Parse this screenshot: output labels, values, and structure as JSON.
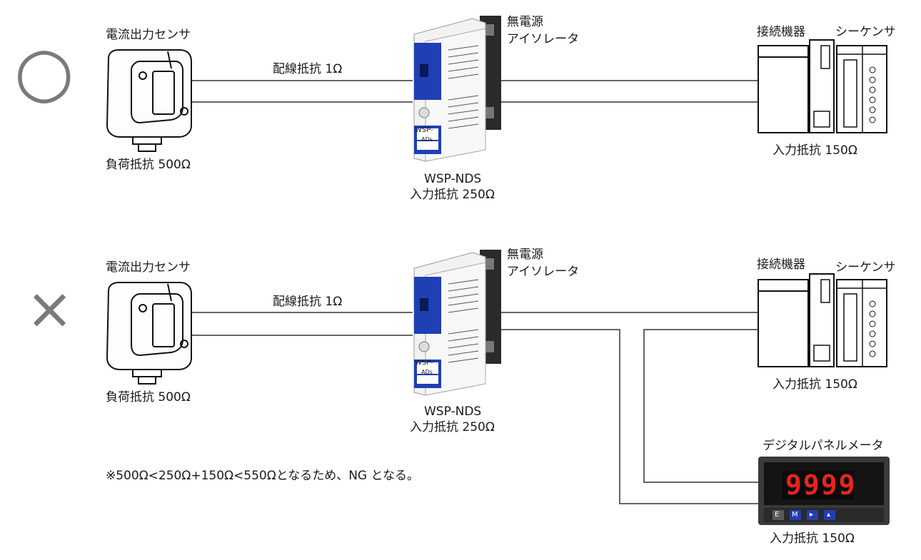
{
  "top": {
    "mark": "○",
    "sensor_label": "電流出力センサ",
    "sensor_resistance": "負荷抵抗 500Ω",
    "wire_resistance": "配線抵抗 1Ω",
    "isolator_title_1": "無電源",
    "isolator_title_2": "アイソレータ",
    "isolator_model": "WSP-NDS",
    "isolator_resistance": "入力抵抗 250Ω",
    "device_label": "接続機器",
    "sequencer_label": "シーケンサ",
    "device_resistance": "入力抵抗 150Ω"
  },
  "bottom": {
    "mark": "×",
    "sensor_label": "電流出力センサ",
    "sensor_resistance": "負荷抵抗 500Ω",
    "wire_resistance": "配線抵抗 1Ω",
    "isolator_title_1": "無電源",
    "isolator_title_2": "アイソレータ",
    "isolator_model": "WSP-NDS",
    "isolator_resistance": "入力抵抗 250Ω",
    "device_label": "接続機器",
    "sequencer_label": "シーケンサ",
    "device_resistance": "入力抵抗 150Ω",
    "meter_label": "デジタルパネルメータ",
    "meter_display": "9999",
    "meter_resistance": "入力抵抗 150Ω",
    "note": "※500Ω<250Ω+150Ω<550Ωとなるため、NG となる。"
  },
  "isolator_sticker": [
    "WSP-",
    "ADs"
  ],
  "meter_buttons": [
    "E",
    "M",
    "▸",
    "▴"
  ],
  "colors": {
    "isolator_blue": "#1f3fb4",
    "meter_digits": "#e8241c",
    "mark": "#7a7a7a"
  }
}
